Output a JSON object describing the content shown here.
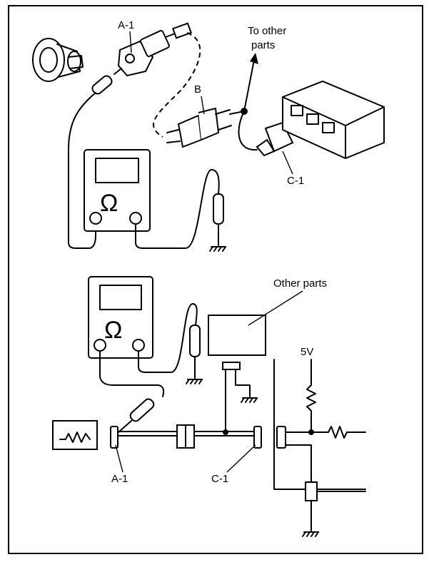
{
  "labels": {
    "top_a1": "A-1",
    "top_b": "B",
    "to_other_parts_line1": "To other",
    "to_other_parts_line2": "parts",
    "top_c1": "C-1",
    "other_parts": "Other parts",
    "supply_5v": "5V",
    "bottom_a1": "A-1",
    "bottom_c1": "C-1"
  },
  "icons": {
    "ohmmeter_symbol": "Ω"
  }
}
